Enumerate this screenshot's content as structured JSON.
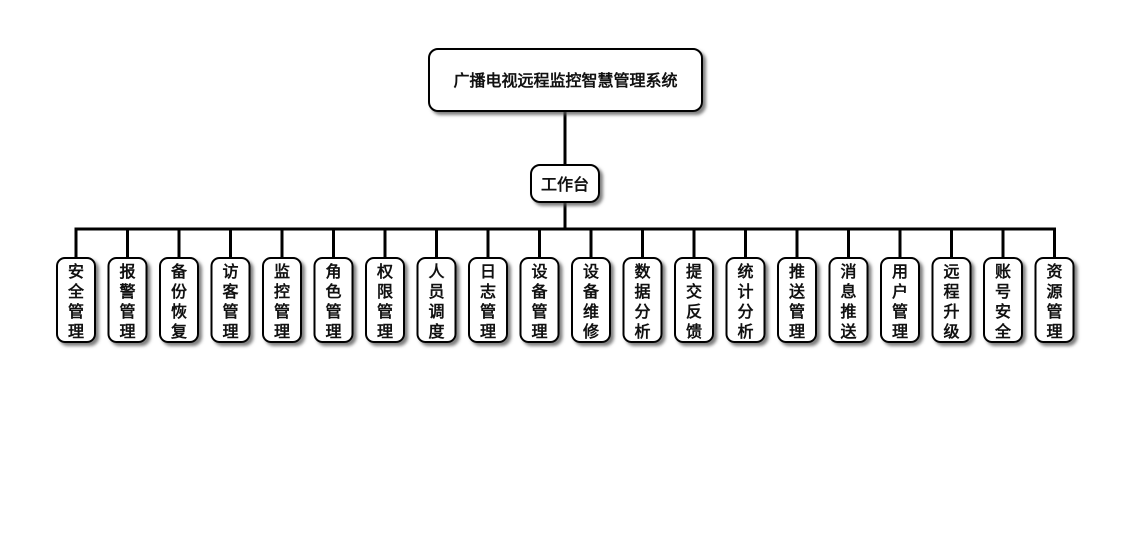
{
  "diagram": {
    "root": {
      "label": "广播电视远程监控智慧管理系统"
    },
    "hub": {
      "label": "工作台"
    },
    "modules": [
      {
        "label": "安全管理"
      },
      {
        "label": "报警管理"
      },
      {
        "label": "备份恢复"
      },
      {
        "label": "访客管理"
      },
      {
        "label": "监控管理"
      },
      {
        "label": "角色管理"
      },
      {
        "label": "权限管理"
      },
      {
        "label": "人员调度"
      },
      {
        "label": "日志管理"
      },
      {
        "label": "设备管理"
      },
      {
        "label": "设备维修"
      },
      {
        "label": "数据分析"
      },
      {
        "label": "提交反馈"
      },
      {
        "label": "统计分析"
      },
      {
        "label": "推送管理"
      },
      {
        "label": "消息推送"
      },
      {
        "label": "用户管理"
      },
      {
        "label": "远程升级"
      },
      {
        "label": "账号安全"
      },
      {
        "label": "资源管理"
      }
    ]
  },
  "colors": {
    "line": "#000000",
    "box_fill": "#ffffff",
    "text": "#111111",
    "shadow": "#555555"
  }
}
